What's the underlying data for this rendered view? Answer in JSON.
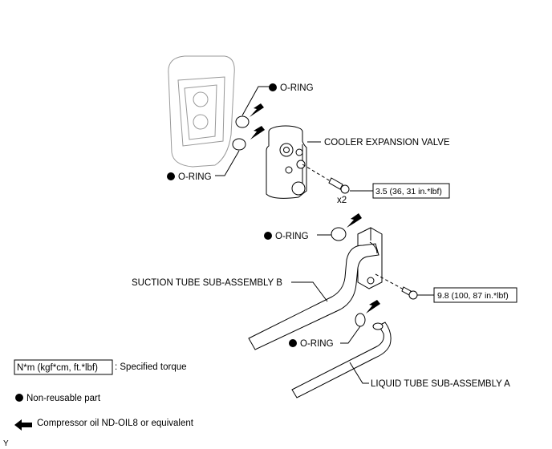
{
  "labels": {
    "oring_top": "O-RING",
    "oring_left": "O-RING",
    "oring_mid": "O-RING",
    "oring_bottom": "O-RING",
    "cooler_expansion_valve": "COOLER EXPANSION VALVE",
    "suction_tube": "SUCTION TUBE SUB-ASSEMBLY B",
    "liquid_tube": "LIQUID TUBE SUB-ASSEMBLY A",
    "qty_bolt": "x2",
    "torque_valve_bolt": "3.5 (36, 31 in.*lbf)",
    "torque_tube_bolt": "9.8 (100, 87 in.*lbf)"
  },
  "legend": {
    "torque_box": "N*m (kgf*cm, ft.*lbf)",
    "torque_desc": ": Specified torque",
    "non_reusable": "Non-reusable part",
    "oil": "Compressor oil ND-OIL8 or equivalent"
  },
  "corner_mark": "Y"
}
